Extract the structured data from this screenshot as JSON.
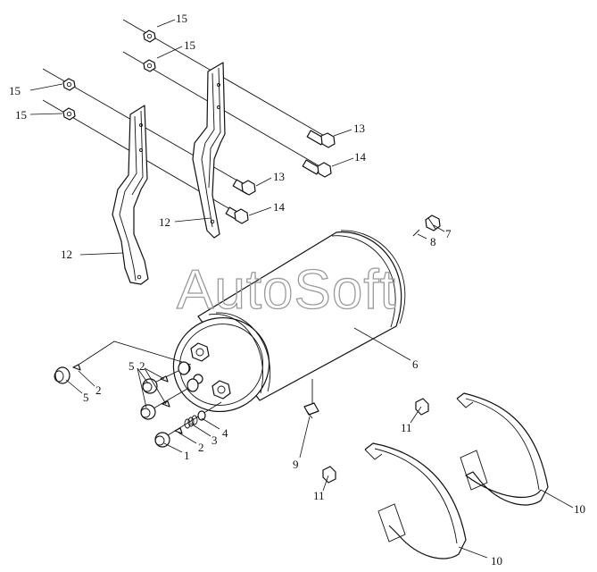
{
  "watermark": "AutoSoft",
  "callouts": {
    "c1": "1",
    "c2a": "2",
    "c2b": "2",
    "c2c": "2",
    "c3": "3",
    "c4": "4",
    "c5a": "5",
    "c5b": "5",
    "c6": "6",
    "c7": "7",
    "c8": "8",
    "c9": "9",
    "c10a": "10",
    "c10b": "10",
    "c11a": "11",
    "c11b": "11",
    "c12a": "12",
    "c12b": "12",
    "c13a": "13",
    "c13b": "13",
    "c14a": "14",
    "c14b": "14",
    "c15a": "15",
    "c15b": "15",
    "c15c": "15",
    "c15d": "15"
  }
}
